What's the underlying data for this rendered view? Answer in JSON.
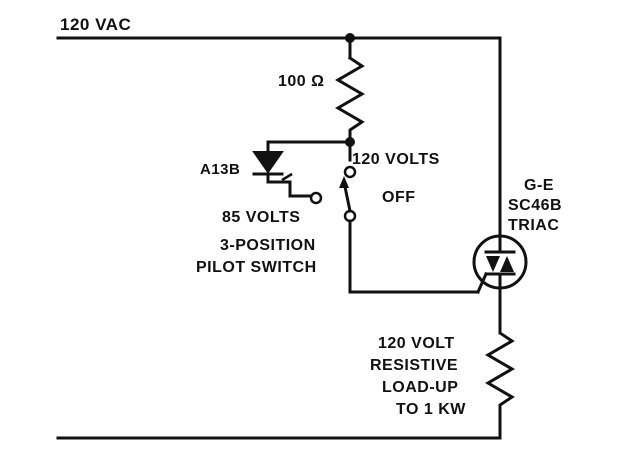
{
  "diagram": {
    "supply_label": "120 VAC",
    "resistor_label": "100 Ω",
    "diode_label": "A13B",
    "switch_pos_120": "120 VOLTS",
    "switch_pos_off": "OFF",
    "switch_pos_85": "85 VOLTS",
    "switch_name_line1": "3-POSITION",
    "switch_name_line2": "PILOT SWITCH",
    "triac_line1": "G-E",
    "triac_line2": "SC46B",
    "triac_line3": "TRIAC",
    "load_line1": "120 VOLT",
    "load_line2": "RESISTIVE",
    "load_line3": "LOAD-UP",
    "load_line4": "TO 1 KW"
  },
  "colors": {
    "ink": "#111111",
    "background": "#ffffff"
  }
}
